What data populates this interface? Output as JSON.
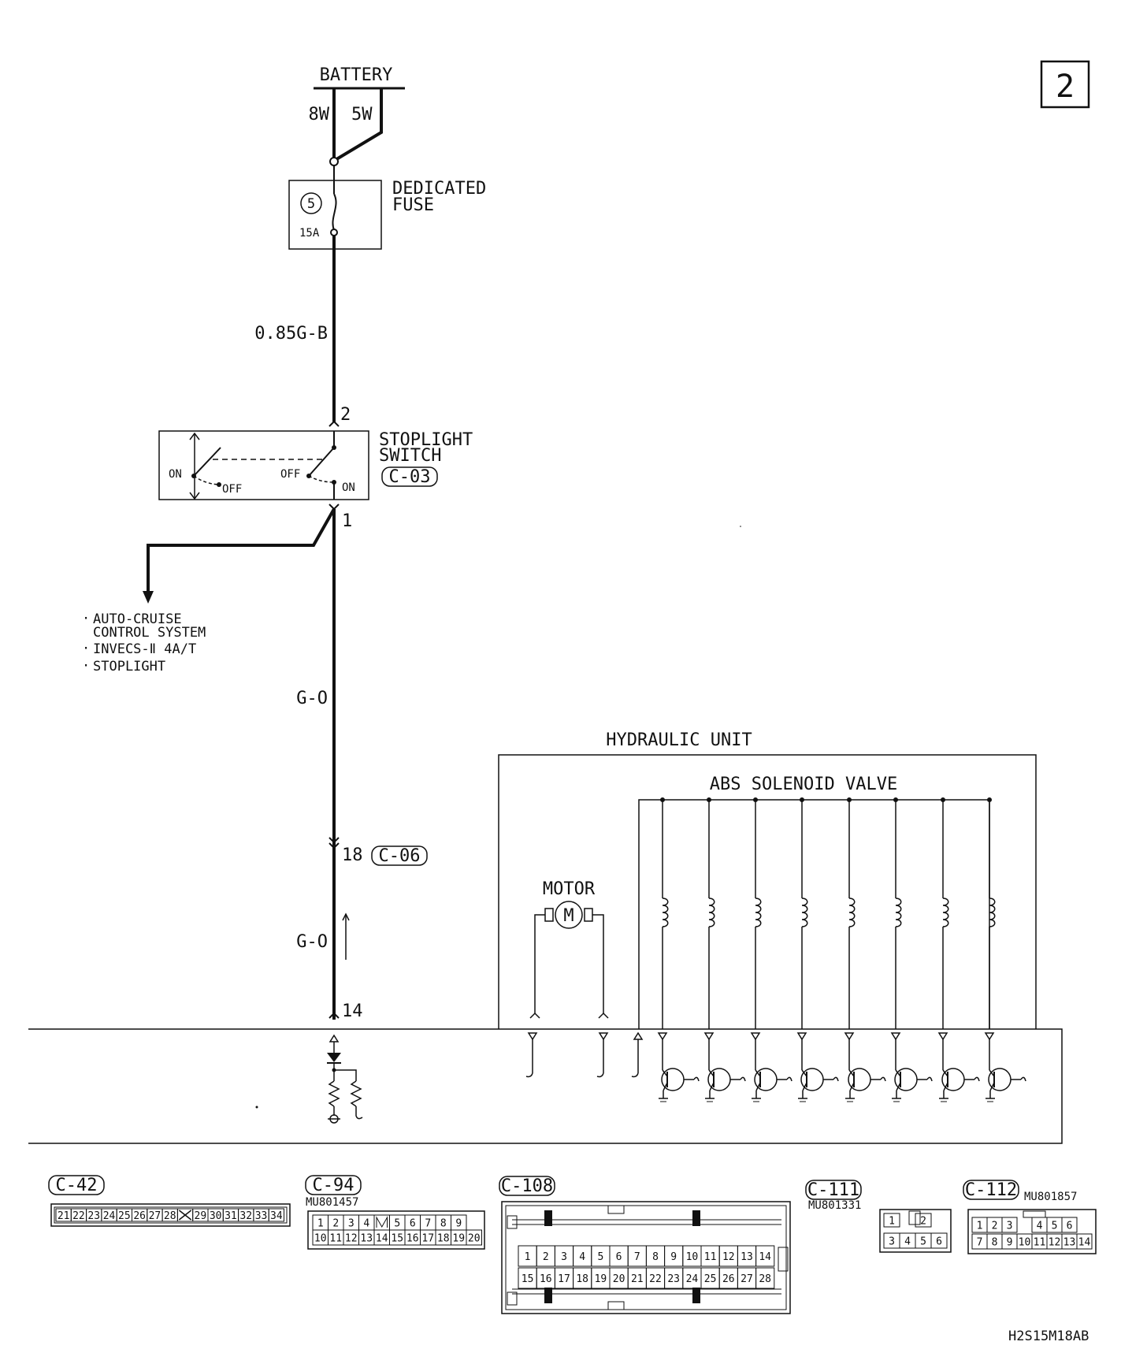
{
  "page_number": "2",
  "battery": {
    "label": "BATTERY",
    "wire_left": "8W",
    "wire_right": "5W"
  },
  "fuse": {
    "label_line1": "DEDICATED",
    "label_line2": "FUSE",
    "number": "5",
    "rating": "15A"
  },
  "wire_battery_switch": "0.85G-B",
  "stoplight_switch": {
    "label_line1": "STOPLIGHT",
    "label_line2": "SWITCH",
    "connector": "C-03",
    "pin_top": "2",
    "pin_bottom": "1",
    "on_left": "ON",
    "off_left": "OFF",
    "off_right": "OFF",
    "on_right": "ON"
  },
  "branch": {
    "items": [
      "AUTO-CRUISE",
      "CONTROL SYSTEM",
      "INVECS-Ⅱ 4A/T",
      "STOPLIGHT"
    ]
  },
  "wire_mid": "G-O",
  "connector_c06": {
    "pin": "18",
    "id": "C-06"
  },
  "wire_low": "G-O",
  "ecu_pin": "14",
  "hydraulic_unit": {
    "label": "HYDRAULIC UNIT",
    "valve_label": "ABS SOLENOID VALVE",
    "motor_label": "MOTOR",
    "motor_symbol": "M"
  },
  "connectors": {
    "c42": {
      "id": "C-42",
      "pins": [
        "21",
        "22",
        "23",
        "24",
        "25",
        "26",
        "27",
        "28",
        "",
        "29",
        "30",
        "31",
        "32",
        "33",
        "34"
      ]
    },
    "c94": {
      "id": "C-94",
      "part": "MU801457",
      "row1": [
        "1",
        "2",
        "3",
        "4",
        "",
        "5",
        "6",
        "7",
        "8",
        "9"
      ],
      "row2": [
        "10",
        "11",
        "12",
        "13",
        "14",
        "15",
        "16",
        "17",
        "18",
        "19",
        "20"
      ]
    },
    "c108": {
      "id": "C-108",
      "row1": [
        "1",
        "2",
        "3",
        "4",
        "5",
        "6",
        "7",
        "8",
        "9",
        "10",
        "11",
        "12",
        "13",
        "14"
      ],
      "row2": [
        "15",
        "16",
        "17",
        "18",
        "19",
        "20",
        "21",
        "22",
        "23",
        "24",
        "25",
        "26",
        "27",
        "28"
      ]
    },
    "c111": {
      "id": "C-111",
      "part": "MU801331",
      "row1": [
        "1",
        "",
        "2"
      ],
      "row2": [
        "3",
        "4",
        "5",
        "6"
      ]
    },
    "c112": {
      "id": "C-112",
      "part": "MU801857",
      "row1": [
        "1",
        "2",
        "3",
        "",
        "4",
        "5",
        "6"
      ],
      "row2": [
        "7",
        "8",
        "9",
        "10",
        "11",
        "12",
        "13",
        "14"
      ]
    }
  },
  "doc_code": "H2S15M18AB"
}
